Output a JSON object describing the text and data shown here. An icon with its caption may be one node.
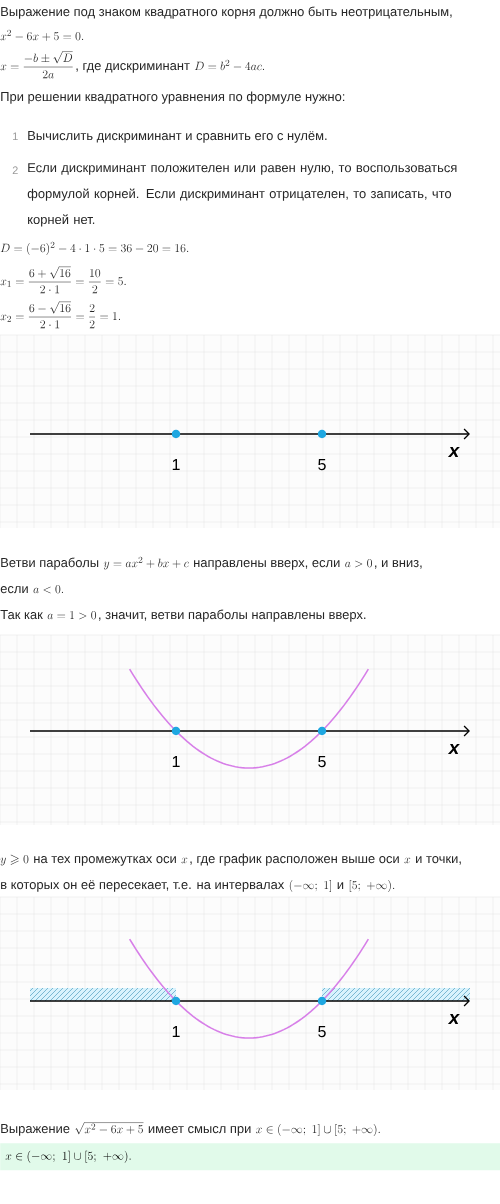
{
  "diagram": {
    "nodes": [
      {
        "text": [
          "x\\in(-\\infty;\\ 1]\\cup[5;\\ +\\infty)."
        ]
      }
    ],
    "labels": [
      "Выражение под знаком квадратного корня должно быть неотрицательным,",
      "x^2-6x+5=0.",
      "x=\\frac{-b\\pm\\sqrt{D}}{2a}",
      ", где дискриминант",
      "D=b^2-4ac.",
      "При решении квадратного уравнения по формуле нужно:",
      "1",
      "Вычислить дискриминант и сравнить его с нулём.",
      "2",
      "Если дискриминант положителен или равен нулю, то воспользоваться формулой корней. Если дискриминант отрицателен, то записать, что корней нет.",
      "D=(-6)^2-4\\cdot 1\\cdot 5=36-20=16.",
      "x_1=\\frac{6+\\sqrt{16}}{2\\cdot 1}=\\frac{10}{2}=5.",
      "x_2=\\frac{6-\\sqrt{16}}{2\\cdot 1}=\\frac{2}{2}=1.",
      "1",
      "5",
      "x",
      "Ветви параболы",
      "y=ax^2+bx+c",
      "направлены вверх, если",
      "a>0",
      ", и вниз,",
      "если",
      "a<0.",
      "Так как",
      "a=1>0",
      ", значит, ветви параболы направлены вверх.",
      "1",
      "5",
      "x",
      "y\\geqslant 0",
      "на тех промежутках оси",
      "x",
      ", где график расположен выше оси",
      "x",
      "и точки,",
      "в которых он её пересекает, т.е. на интервалах",
      "(-\\infty;\\ 1]",
      "и",
      "[5;\\ +\\infty).",
      "1",
      "5",
      "x",
      "Выражение",
      "\\sqrt{x^2-6x+5}",
      "имеет смысл при",
      "x\\in(-\\infty;\\ 1]\\cup[5;\\ +\\infty)."
    ]
  }
}
